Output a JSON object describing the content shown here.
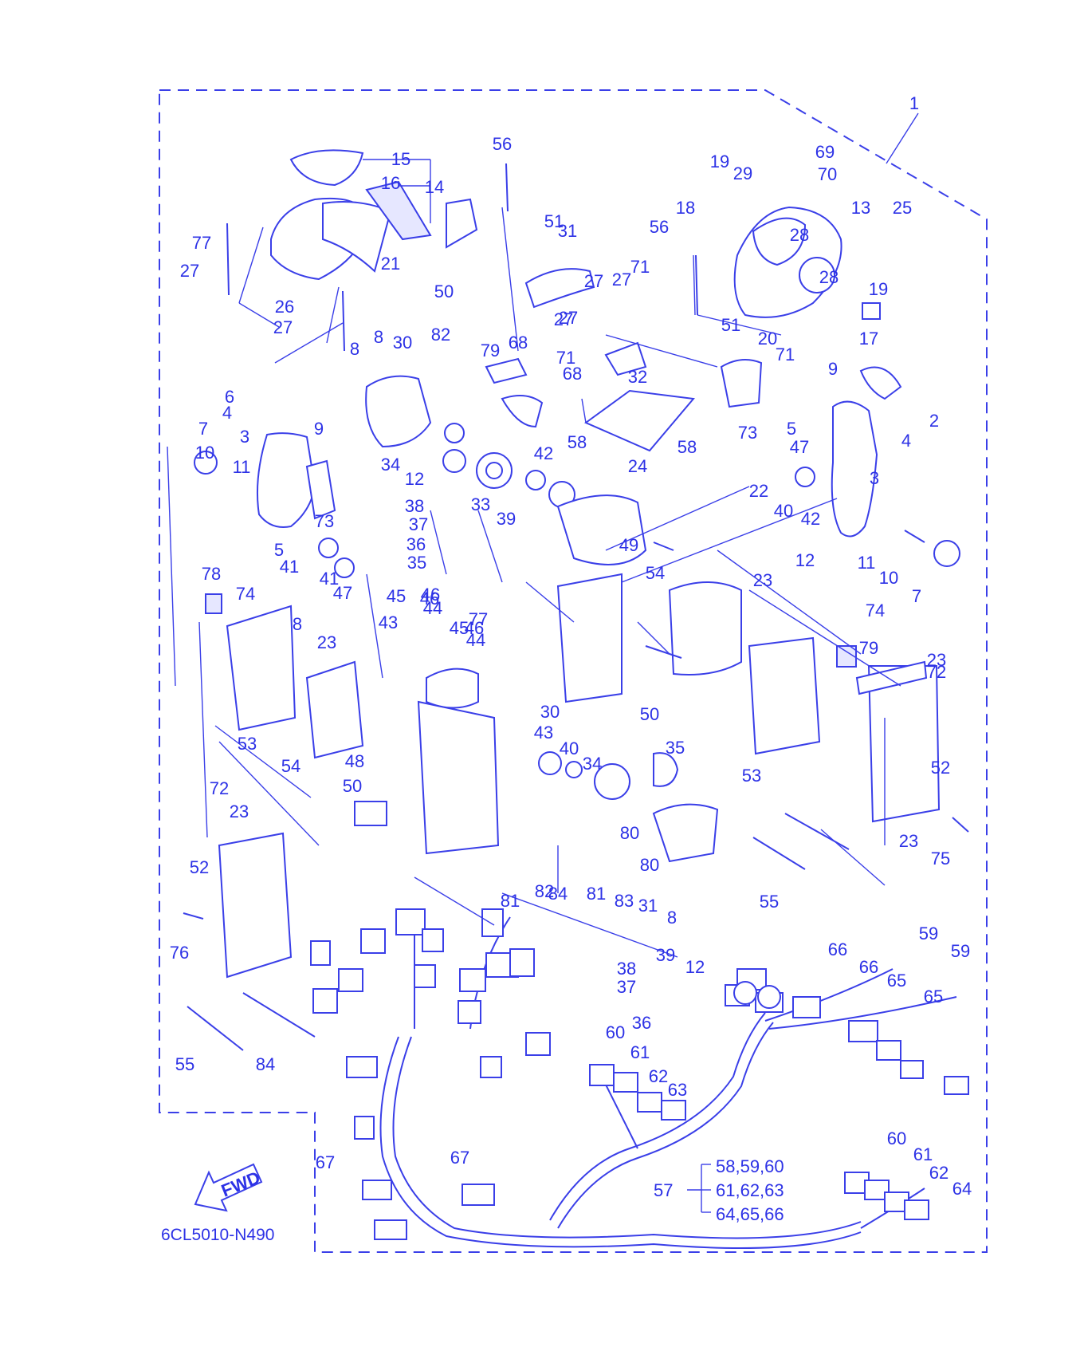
{
  "diagram_code": "6CL5010-N490",
  "fwd_label": "FWD",
  "group_57": {
    "number": "57",
    "lines": [
      "58,59,60",
      "61,62,63",
      "64,65,66"
    ]
  },
  "colors": {
    "line": "#3a3fe8",
    "text": "#2d32e6",
    "background": "#ffffff"
  },
  "callouts": [
    "1",
    "2",
    "3",
    "3",
    "4",
    "4",
    "5",
    "5",
    "6",
    "7",
    "7",
    "8",
    "8",
    "8",
    "8",
    "9",
    "9",
    "10",
    "10",
    "11",
    "11",
    "12",
    "12",
    "12",
    "13",
    "14",
    "15",
    "16",
    "17",
    "18",
    "19",
    "19",
    "20",
    "21",
    "22",
    "23",
    "23",
    "23",
    "23",
    "23",
    "24",
    "25",
    "26",
    "27",
    "27",
    "27",
    "27",
    "27",
    "27",
    "28",
    "28",
    "29",
    "30",
    "30",
    "31",
    "31",
    "32",
    "33",
    "34",
    "34",
    "35",
    "35",
    "36",
    "36",
    "37",
    "37",
    "38",
    "38",
    "39",
    "39",
    "40",
    "40",
    "41",
    "41",
    "42",
    "42",
    "43",
    "43",
    "44",
    "44",
    "45",
    "45",
    "46",
    "46",
    "46",
    "47",
    "47",
    "48",
    "49",
    "50",
    "50",
    "50",
    "51",
    "51",
    "52",
    "52",
    "53",
    "53",
    "54",
    "54",
    "55",
    "55",
    "56",
    "56",
    "58",
    "58",
    "59",
    "59",
    "60",
    "60",
    "61",
    "61",
    "62",
    "62",
    "63",
    "64",
    "65",
    "65",
    "66",
    "66",
    "67",
    "67",
    "68",
    "68",
    "69",
    "70",
    "71",
    "71",
    "71",
    "72",
    "72",
    "73",
    "73",
    "74",
    "74",
    "75",
    "76",
    "77",
    "77",
    "78",
    "79",
    "79",
    "80",
    "80",
    "81",
    "81",
    "82",
    "82",
    "83",
    "84",
    "84"
  ]
}
